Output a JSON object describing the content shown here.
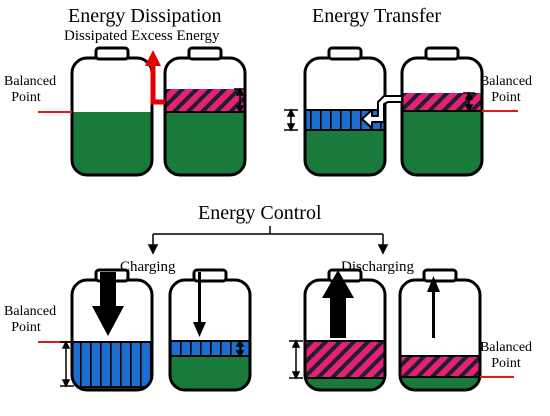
{
  "titles": {
    "dissipation": "Energy Dissipation",
    "transfer": "Energy Transfer",
    "control": "Energy Control"
  },
  "labels": {
    "dissipated_excess": "Dissipated Excess Energy",
    "balanced_point_top_left": "Balanced Point",
    "balanced_point_top_right": "Balanced Point",
    "balanced_point_bottom_left": "Balanced Point",
    "balanced_point_bottom_right": "Balanced Point",
    "charging": "Charging",
    "discharging": "Discharging"
  },
  "colors": {
    "green_charge": "#1a7a3c",
    "blue_charge": "#1a6fd1",
    "pink_charge": "#e8216e",
    "balance_line": "#e11b1b",
    "dissipation_arrow": "#e60000",
    "outline": "#000000"
  },
  "icons": {
    "battery": "battery-cell-icon",
    "up_arrow": "arrow-up-icon",
    "down_arrow": "arrow-down-icon",
    "transfer_arrow": "transfer-arrow-icon"
  }
}
